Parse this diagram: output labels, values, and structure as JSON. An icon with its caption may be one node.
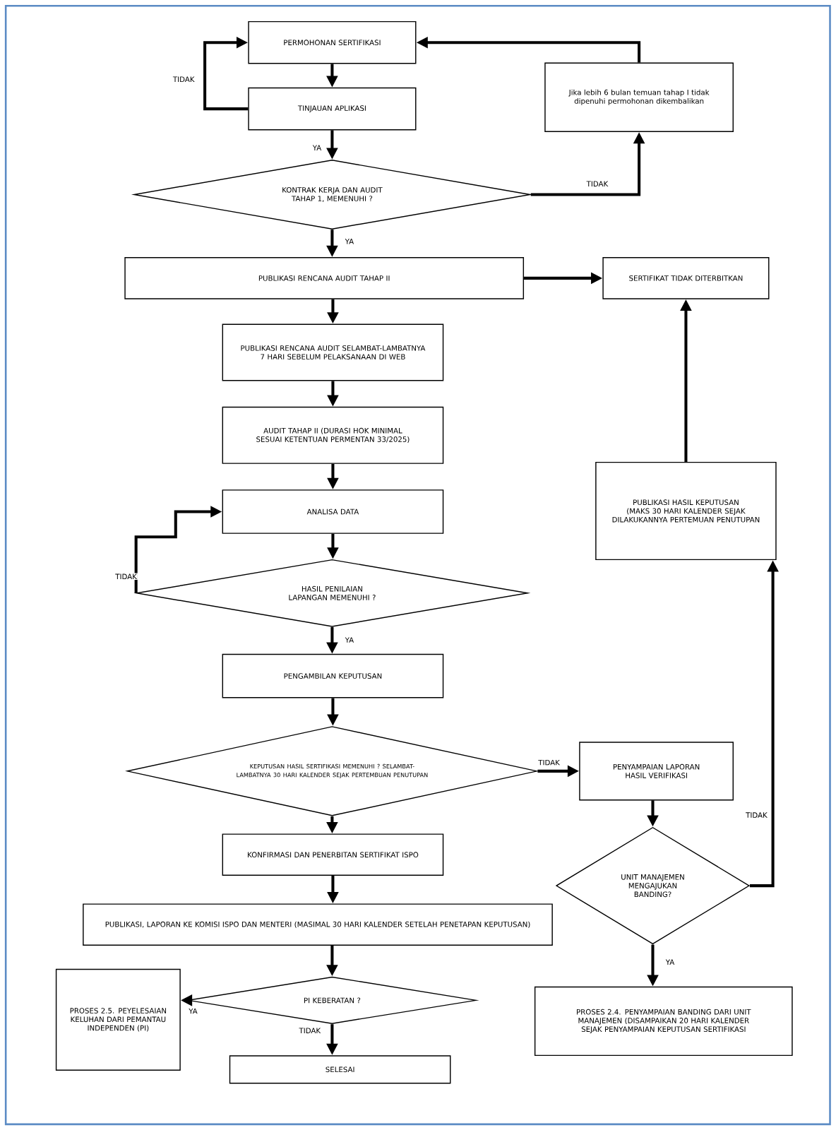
{
  "diagram": {
    "nodes": [
      {
        "text": [
          "PERMOHONAN SERTIFIKASI"
        ]
      },
      {
        "text": [
          "TINJAUAN APLIKASI"
        ]
      },
      {
        "text": [
          "KONTRAK KERJA DAN AUDIT TAHAP 1, MEMENUHI ?"
        ]
      },
      {
        "text": [
          "Jika lebih 6 bulan temuan tahap I tidak dipenuhi permohonan dikembalikan"
        ]
      },
      {
        "text": [
          "PUBLIKASI RENCANA AUDIT TAHAP II"
        ]
      },
      {
        "text": [
          "SERTIFIKAT TIDAK DITERBITKAN"
        ]
      },
      {
        "text": [
          "PUBLIKASI RENCANA AUDIT SELAMBAT-LAMBATNYA 7 HARI SEBELUM PELAKSANAAN DI WEB"
        ]
      },
      {
        "text": [
          "AUDIT TAHAP II (DURASI HOK MINIMAL SESUAI KETENTUAN PERMENTAN 33/2025)"
        ]
      },
      {
        "text": [
          "ANALISA DATA"
        ]
      },
      {
        "text": [
          "HASIL PENILAIAN LAPANGAN MEMENUHI ?"
        ]
      },
      {
        "text": [
          "PENGAMBILAN KEPUTUSAN"
        ]
      },
      {
        "text": [
          "KEPUTUSAN HASIL SERTIFIKASI MEMENUHI ? SELAMBAT-LAMBATNYA 30 HARI KALENDER SEJAK PERTEMBUAN PENUTUPAN"
        ]
      },
      {
        "text": [
          "PENYAMPAIAN LAPORAN HASIL VERIFIKASI"
        ]
      },
      {
        "text": [
          "KONFIRMASI DAN PENERBITAN SERTIFIKAT ISPO"
        ]
      },
      {
        "text": [
          "UNIT MANAJEMEN MENGAJUKAN BANDING?"
        ]
      },
      {
        "text": [
          "PUBLIKASI HASIL KEPUTUSAN (MAKS 30 HARI KALENDER SEJAK DILAKUKANNYA PERTEMUAN PENUTUPAN"
        ]
      },
      {
        "text": [
          "PUBLIKASI, LAPORAN KE KOMISI ISPO DAN MENTERI (MASIMAL 30 HARI KALENDER SETELAH PENETAPAN KEPUTUSAN)"
        ]
      },
      {
        "text": [
          "PROSES 2.5. PEYELESAIAN KELUHAN DARI PEMANTAU INDEPENDEN (PI)"
        ]
      },
      {
        "text": [
          "PI KEBERATAN ?"
        ]
      },
      {
        "text": [
          "PROSES 2.4. PENYAMPAIAN BANDING DARI UNIT MANAJEMEN (DISAMPAIKAN 20 HARI KALENDER SEJAK PENYAMPAIAN KEPUTUSAN SERTIFIKASI"
        ]
      },
      {
        "text": [
          "SELESAI"
        ]
      }
    ],
    "edges": [
      {
        "from": 0,
        "to": 1,
        "arrow": "to"
      },
      {
        "from": 1,
        "to": 0,
        "arrow": "to",
        "label": "TIDAK"
      },
      {
        "from": 1,
        "to": 2,
        "arrow": "to",
        "label": "YA"
      },
      {
        "from": 2,
        "to": 3,
        "arrow": "to",
        "label": "TIDAK"
      },
      {
        "from": 3,
        "to": 0,
        "arrow": "to"
      },
      {
        "from": 2,
        "to": 4,
        "arrow": "to",
        "label": "YA"
      },
      {
        "from": 4,
        "to": 5,
        "arrow": "to"
      },
      {
        "from": 4,
        "to": 6,
        "arrow": "to"
      },
      {
        "from": 6,
        "to": 7,
        "arrow": "to"
      },
      {
        "from": 7,
        "to": 8,
        "arrow": "to"
      },
      {
        "from": 8,
        "to": 9,
        "arrow": "to"
      },
      {
        "from": 9,
        "to": 8,
        "arrow": "to",
        "label": "TIDAK"
      },
      {
        "from": 9,
        "to": 10,
        "arrow": "to",
        "label": "YA"
      },
      {
        "from": 10,
        "to": 11,
        "arrow": "to"
      },
      {
        "from": 11,
        "to": 12,
        "arrow": "to",
        "label": "TIDAK"
      },
      {
        "from": 11,
        "to": 13,
        "arrow": "to"
      },
      {
        "from": 12,
        "to": 14,
        "arrow": "to"
      },
      {
        "from": 14,
        "to": 15,
        "arrow": "to",
        "label": "TIDAK"
      },
      {
        "from": 15,
        "to": 5,
        "arrow": "to"
      },
      {
        "from": 14,
        "to": 19,
        "arrow": "to",
        "label": "YA"
      },
      {
        "from": 13,
        "to": 16,
        "arrow": "to"
      },
      {
        "from": 16,
        "to": 18,
        "arrow": "to"
      },
      {
        "from": 18,
        "to": 17,
        "arrow": "to",
        "label": "YA"
      },
      {
        "from": 18,
        "to": 20,
        "arrow": "to",
        "label": "TIDAK"
      }
    ]
  }
}
